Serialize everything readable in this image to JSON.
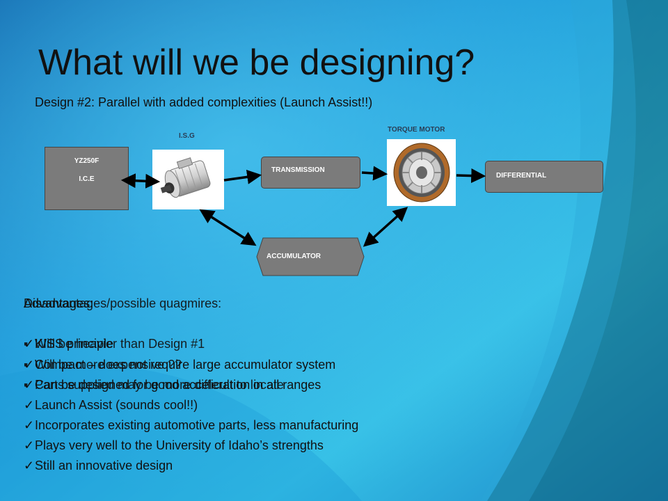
{
  "slide": {
    "title": "What will we be designing?",
    "subtitle": "Design #2: Parallel with added complexities (Launch Assist!!)"
  },
  "diagram": {
    "engine": {
      "line1": "YZ250F",
      "line2": "I.C.E"
    },
    "isg_label": "I.S.G",
    "torque_label": "TORQUE MOTOR",
    "transmission": "TRANSMISSION",
    "differential": "DIFFERENTIAL",
    "accumulator": "ACCUMULATOR"
  },
  "disadvantages": {
    "heading": "Disadvantages/possible quagmires:",
    "items": [
      "Will be heavier than Design #1",
      "Will be more expensive ??",
      "Parts supplied may be more difficult to locate"
    ]
  },
  "advantages": {
    "heading": "Advantages:",
    "items": [
      "KISS principle",
      "Compact – does not require large accumulator system",
      "Can be designed for good acceleration in all ranges",
      "Launch Assist (sounds cool!!)",
      "Incorporates existing automotive parts, less manufacturing",
      "Plays very well to the University of Idaho’s strengths",
      "Still an innovative design"
    ]
  },
  "colors": {
    "bg_blue": "#1a8fd0",
    "box_gray": "#7b7b7b",
    "check": "#111111"
  },
  "icons": [
    "checkmark-icon",
    "bullet-icon",
    "isg-motor-icon",
    "torque-motor-icon"
  ]
}
